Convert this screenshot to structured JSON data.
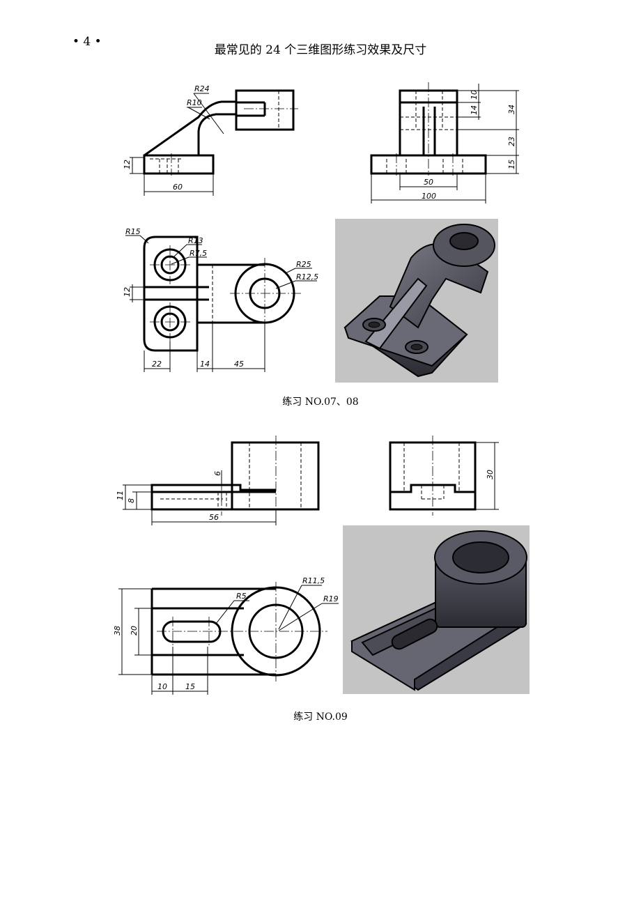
{
  "header": {
    "page_number": "• 4 •",
    "title": "最常见的 24 个三维图形练习效果及尺寸"
  },
  "captions": {
    "ex1": "练习 NO.07、08",
    "ex2": "练习 NO.09"
  },
  "ex1_dims": {
    "r24": "R24",
    "r10": "R10",
    "d12_side": "12",
    "d60": "60",
    "d10": "10",
    "d14_front": "14",
    "d34": "34",
    "d23": "23",
    "d15": "15",
    "d50": "50",
    "d100": "100",
    "r15": "R15",
    "r13": "R13",
    "r7_5": "R7,5",
    "r25": "R25",
    "r12_5": "R12,5",
    "d12_top": "12",
    "d22": "22",
    "d14_top": "14",
    "d45": "45"
  },
  "ex2_dims": {
    "d6": "6",
    "d11": "11",
    "d8": "8",
    "d56": "56",
    "d30": "30",
    "r11_5": "R11,5",
    "r5": "R5",
    "r19": "R19",
    "d38": "38",
    "d20": "20",
    "d10": "10",
    "d15": "15"
  }
}
